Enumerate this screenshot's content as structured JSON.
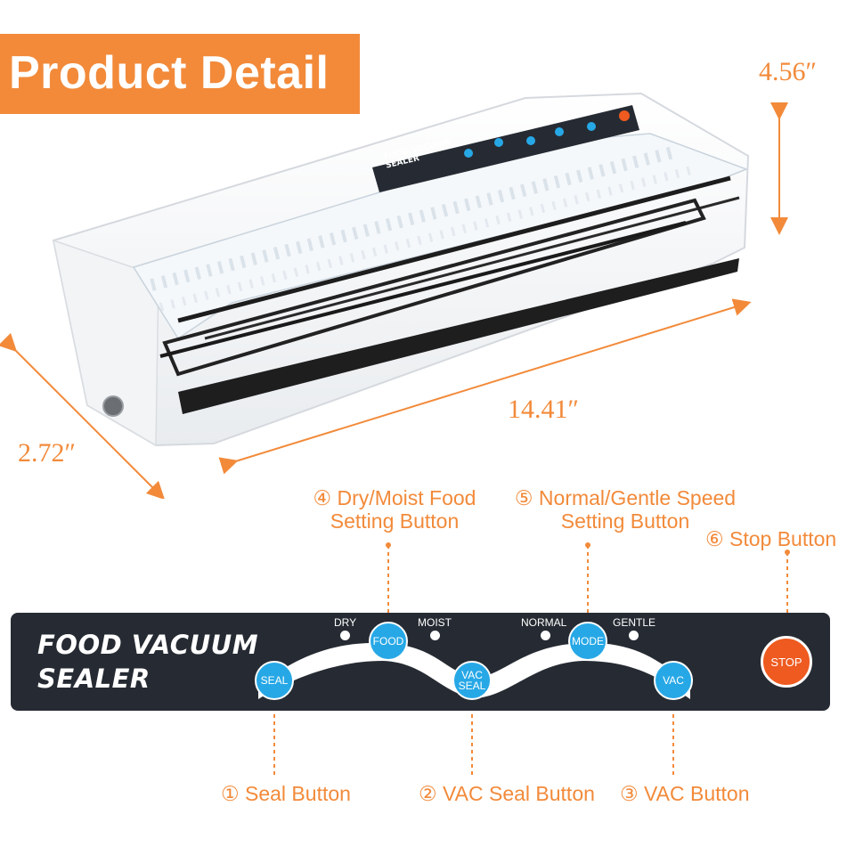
{
  "banner": {
    "title": "Product Detail"
  },
  "dimensions": {
    "height": "4.56″",
    "length": "14.41″",
    "depth": "2.72″"
  },
  "device_label": {
    "line1": "FOOD VACUUM",
    "line2": "SEALER"
  },
  "panel": {
    "brand_line1": "FOOD VACUUM",
    "brand_line2": "SEALER",
    "ind_dry": "DRY",
    "ind_moist": "MOIST",
    "ind_normal": "NORMAL",
    "ind_gentle": "GENTLE",
    "btn_food": "FOOD",
    "btn_mode": "MODE",
    "btn_seal": "SEAL",
    "btn_vacseal_1": "VAC",
    "btn_vacseal_2": "SEAL",
    "btn_vac": "VAC",
    "btn_stop": "STOP"
  },
  "callouts": {
    "c4_line1": "④ Dry/Moist Food",
    "c4_line2": "Setting Button",
    "c5_line1": "⑤ Normal/Gentle Speed",
    "c5_line2": "Setting Button",
    "c6": "⑥ Stop Button",
    "c1": "① Seal Button",
    "c2": "② VAC Seal Button",
    "c3": "③ VAC Button"
  },
  "colors": {
    "accent": "#f28a3a",
    "panel": "#262b33",
    "button": "#27a8e6",
    "stop": "#ee5a1f"
  }
}
